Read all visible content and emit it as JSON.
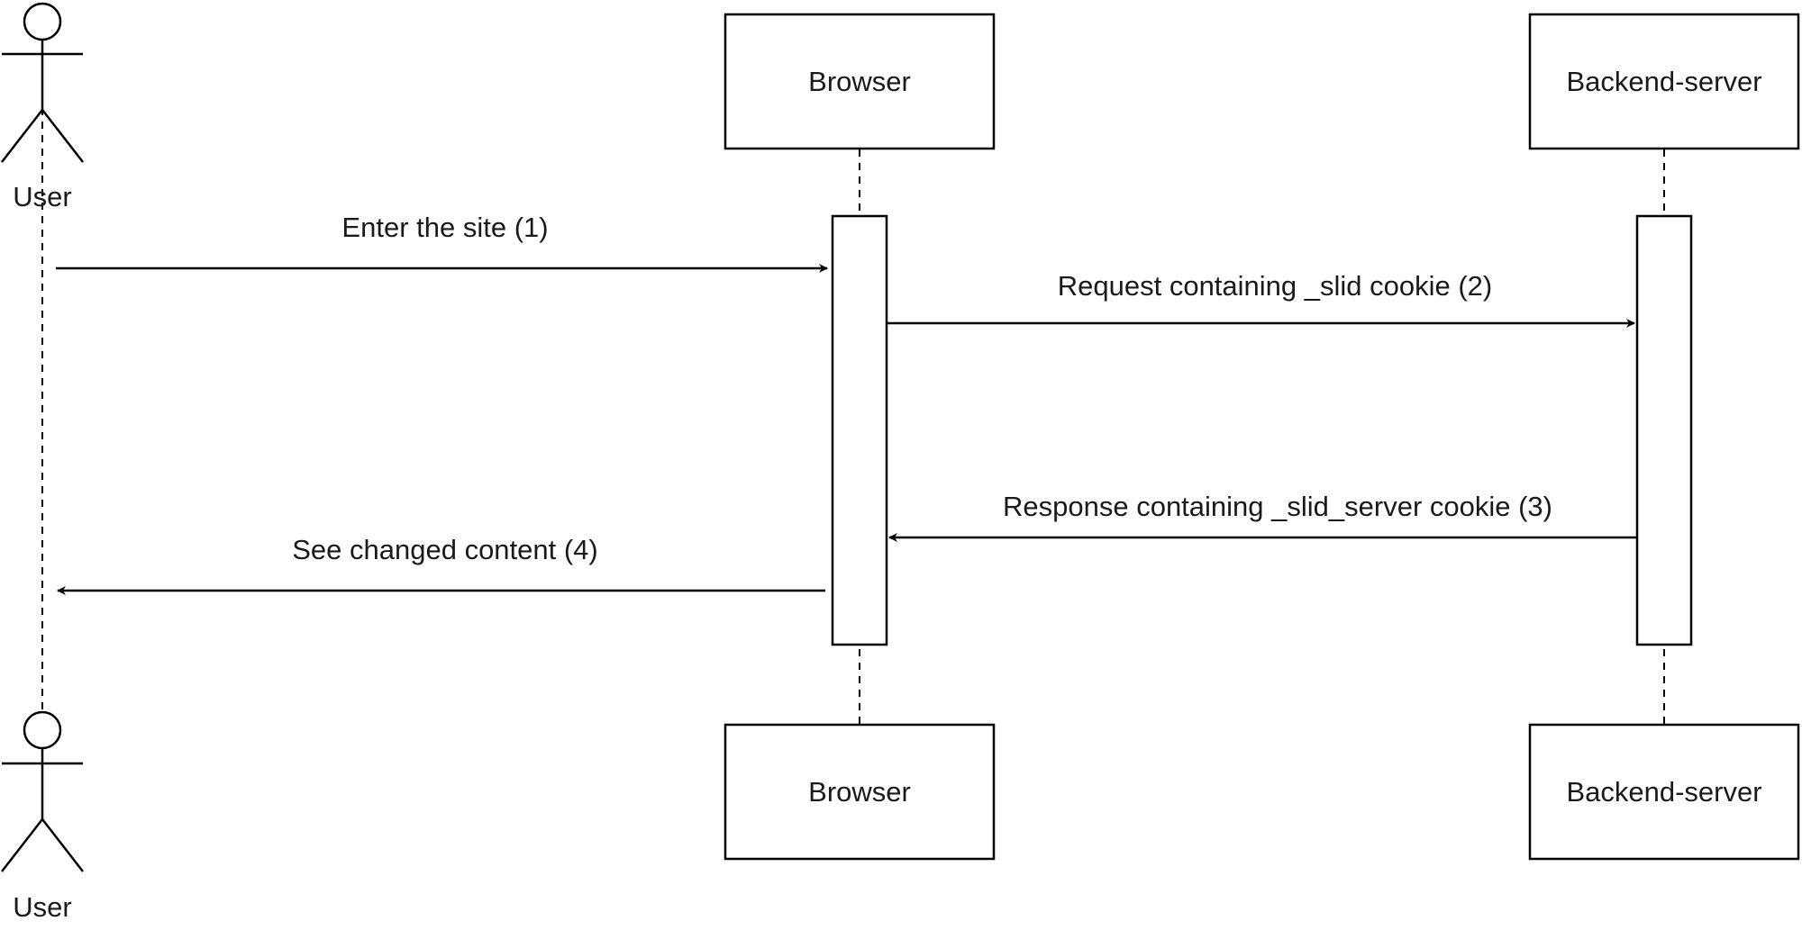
{
  "participants": {
    "user": {
      "top_label": "User",
      "bottom_label": "User"
    },
    "browser": {
      "top_label": "Browser",
      "bottom_label": "Browser"
    },
    "server": {
      "top_label": "Backend-server",
      "bottom_label": "Backend-server"
    }
  },
  "messages": [
    {
      "from": "user",
      "to": "browser",
      "label": "Enter the site (1)"
    },
    {
      "from": "browser",
      "to": "server",
      "label": "Request containing _slid cookie (2)"
    },
    {
      "from": "server",
      "to": "browser",
      "label": "Response containing _slid_server cookie (3)"
    },
    {
      "from": "browser",
      "to": "user",
      "label": "See changed content (4)"
    }
  ]
}
